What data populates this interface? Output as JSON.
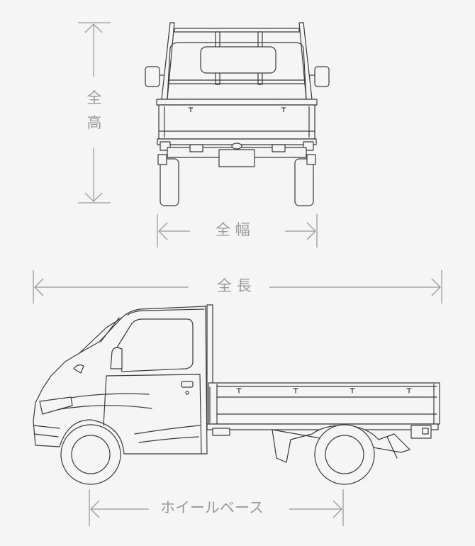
{
  "dimensions": {
    "height_label_chars": [
      "全",
      "高"
    ],
    "width_label": "全 幅",
    "length_label": "全 長",
    "wheelbase_label": "ホイールベース"
  },
  "colors": {
    "background": "#f5f5f5",
    "line": "#3a3a3a",
    "dimension": "#9a9a9a"
  }
}
